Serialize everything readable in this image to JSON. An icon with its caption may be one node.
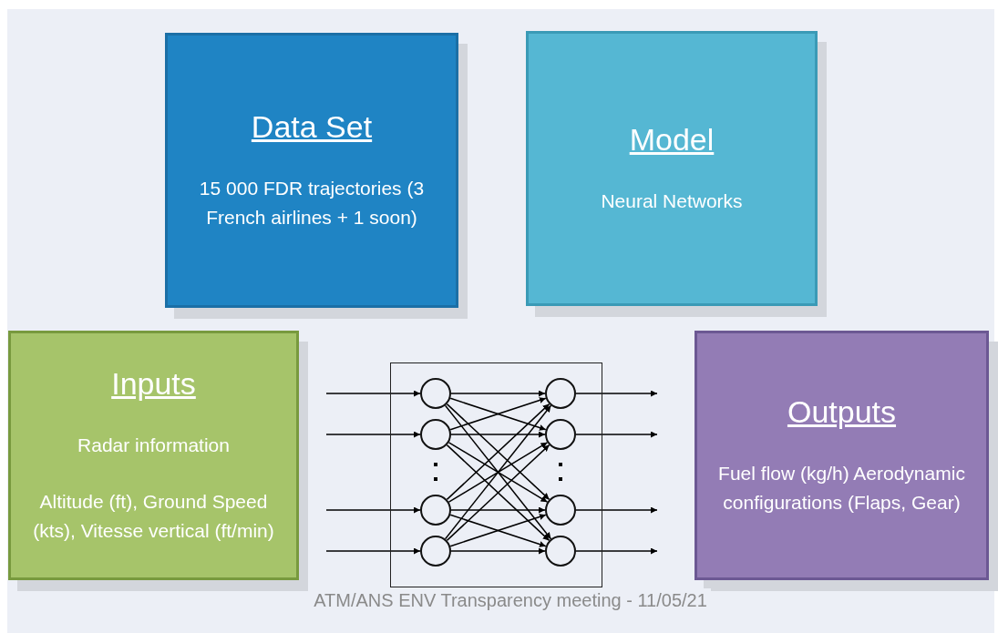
{
  "diagram": {
    "nodes": [
      {
        "text": [
          "Data Set",
          "15 000 FDR trajectories (3 French airlines + 1 soon)"
        ]
      },
      {
        "text": [
          "Model",
          "Neural Networks"
        ]
      },
      {
        "text": [
          "Inputs",
          "Radar information",
          "Altitude (ft), Ground Speed (kts), Vitesse vertical (ft/min)"
        ]
      },
      {
        "text": [],
        "shape": "box"
      },
      {
        "text": [],
        "shape": "circle",
        "in": 3
      },
      {
        "text": [],
        "shape": "circle",
        "in": 3
      },
      {
        "text": [],
        "shape": "circle",
        "in": 3
      },
      {
        "text": [],
        "shape": "circle",
        "in": 3
      },
      {
        "text": [],
        "shape": "circle",
        "in": 3
      },
      {
        "text": [],
        "shape": "circle",
        "in": 3
      },
      {
        "text": [],
        "shape": "circle",
        "in": 3
      },
      {
        "text": [],
        "shape": "circle",
        "in": 3
      },
      {
        "text": [
          "Outputs",
          "Fuel flow (kg/h) Aerodynamic configurations (Flaps, Gear)"
        ]
      }
    ],
    "edges": [
      {
        "from": null,
        "to": 4,
        "arrow": "to"
      },
      {
        "from": null,
        "to": 5,
        "arrow": "to"
      },
      {
        "from": null,
        "to": 6,
        "arrow": "to"
      },
      {
        "from": null,
        "to": 7,
        "arrow": "to"
      },
      {
        "from": 4,
        "to": 8,
        "arrow": "to"
      },
      {
        "from": 4,
        "to": 9,
        "arrow": "to"
      },
      {
        "from": 4,
        "to": 10,
        "arrow": "to"
      },
      {
        "from": 4,
        "to": 11,
        "arrow": "to"
      },
      {
        "from": 5,
        "to": 8,
        "arrow": "to"
      },
      {
        "from": 5,
        "to": 9,
        "arrow": "to"
      },
      {
        "from": 5,
        "to": 10,
        "arrow": "to"
      },
      {
        "from": 5,
        "to": 11,
        "arrow": "to"
      },
      {
        "from": 6,
        "to": 8,
        "arrow": "to"
      },
      {
        "from": 6,
        "to": 9,
        "arrow": "to"
      },
      {
        "from": 6,
        "to": 10,
        "arrow": "to"
      },
      {
        "from": 6,
        "to": 11,
        "arrow": "to"
      },
      {
        "from": 7,
        "to": 8,
        "arrow": "to"
      },
      {
        "from": 7,
        "to": 9,
        "arrow": "to"
      },
      {
        "from": 7,
        "to": 10,
        "arrow": "to"
      },
      {
        "from": 7,
        "to": 11,
        "arrow": "to"
      },
      {
        "from": 8,
        "to": null,
        "arrow": "to"
      },
      {
        "from": 9,
        "to": null,
        "arrow": "to"
      },
      {
        "from": 10,
        "to": null,
        "arrow": "to"
      },
      {
        "from": 11,
        "to": null,
        "arrow": "to"
      }
    ],
    "labels": [
      "ATM/ANS ENV Transparency meeting - 11/05/21"
    ]
  }
}
